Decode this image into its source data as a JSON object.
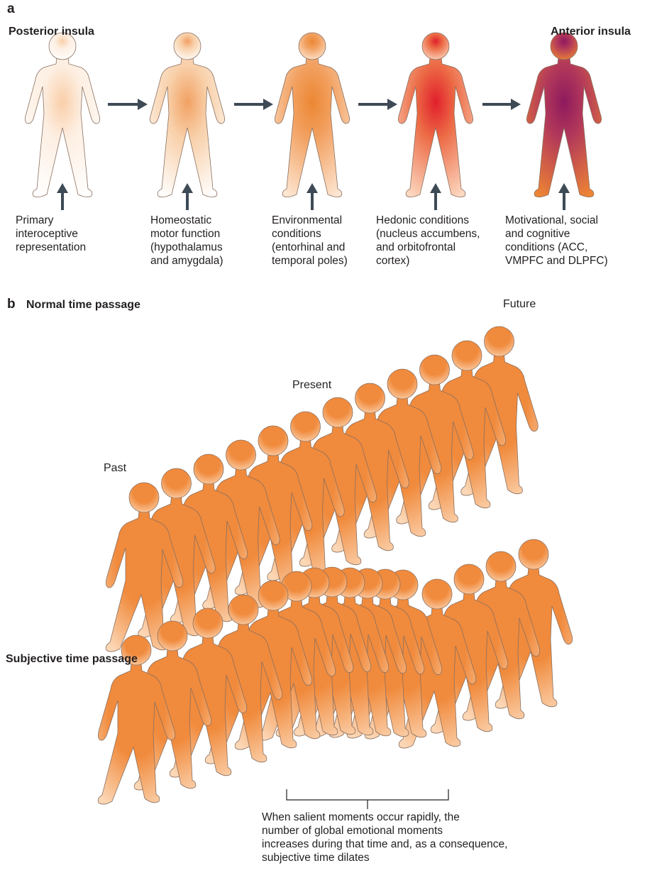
{
  "panel_a": {
    "letter": "a",
    "left_heading": "Posterior insula",
    "right_heading": "Anterior insula",
    "stages": [
      {
        "label": "Primary\ninteroceptive\nrepresentation",
        "fill_main": "#fdeee1",
        "fill_center": "#f9cfa9",
        "fill_edge": "#ffffff"
      },
      {
        "label": "Homeostatic\nmotor function\n(hypothalamus\nand amygdala)",
        "fill_main": "#f8cfa8",
        "fill_center": "#f2a163",
        "fill_edge": "#ffffff"
      },
      {
        "label": "Environmental\nconditions\n(entorhinal and\ntemporal poles)",
        "fill_main": "#f2a060",
        "fill_center": "#ec8733",
        "fill_edge": "#fde7d3"
      },
      {
        "label": "Hedonic conditions\n(nucleus accumbens,\nand orbitofrontal\ncortex)",
        "fill_main": "#ec6a45",
        "fill_center": "#e1202c",
        "fill_edge": "#fcd9c1"
      },
      {
        "label": "Motivational, social\nand cognitive\nconditions (ACC,\nVMPFC and DLPFC)",
        "fill_main": "#b2385a",
        "fill_center": "#8e1a5e",
        "fill_edge": "#ee8533"
      }
    ]
  },
  "panel_b": {
    "letter": "b",
    "normal_heading": "Normal time passage",
    "subjective_heading": "Subjective time passage",
    "label_past": "Past",
    "label_present": "Present",
    "label_future": "Future",
    "caption": "When salient moments occur rapidly, the\nnumber of global emotional moments\nincreases during that time and, as a consequence,\nsubjective time dilates",
    "figure_fill_main": "#f08a3c",
    "figure_fill_edge": "#fcd7b6"
  },
  "colors": {
    "arrow": "#3e4a55",
    "outline": "#8a7060"
  }
}
